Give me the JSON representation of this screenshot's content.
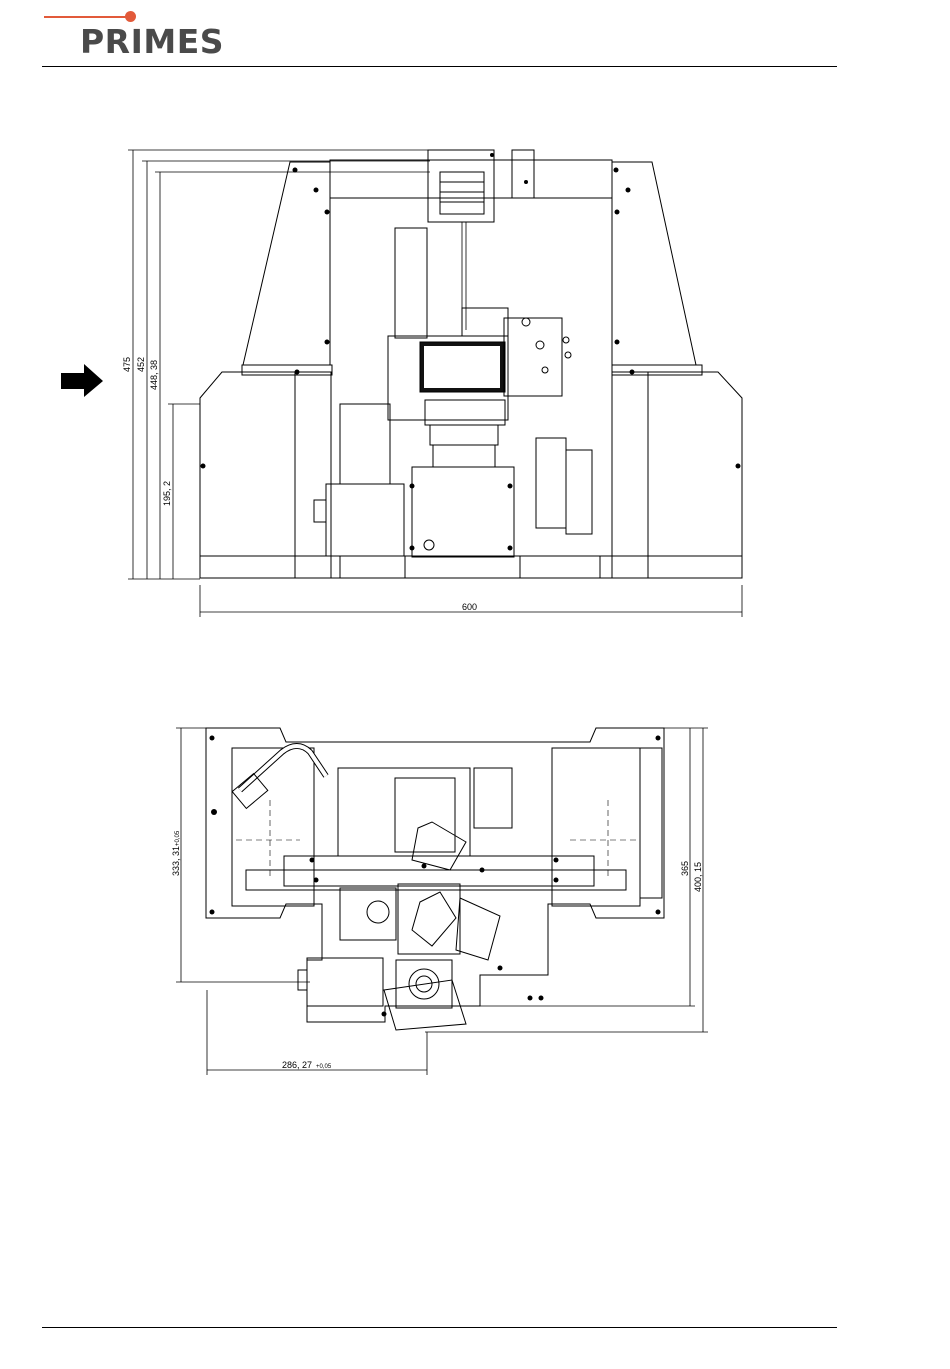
{
  "header": {
    "logo_text": "PRIMES",
    "accent_color": "#e25a3a"
  },
  "front_view": {
    "dimensions": {
      "total_height": "475",
      "height_2": "452",
      "height_3": "448, 38",
      "height_4": "195, 2",
      "width": "600"
    },
    "arrow_icon": "right-arrow-icon"
  },
  "top_view": {
    "dimensions": {
      "left_height": "333, 31",
      "left_height_tol": "+0,05",
      "right_height_1": "365",
      "right_height_2": "400, 15",
      "bottom_width": "286, 27",
      "bottom_width_tol": "+0,05"
    }
  }
}
